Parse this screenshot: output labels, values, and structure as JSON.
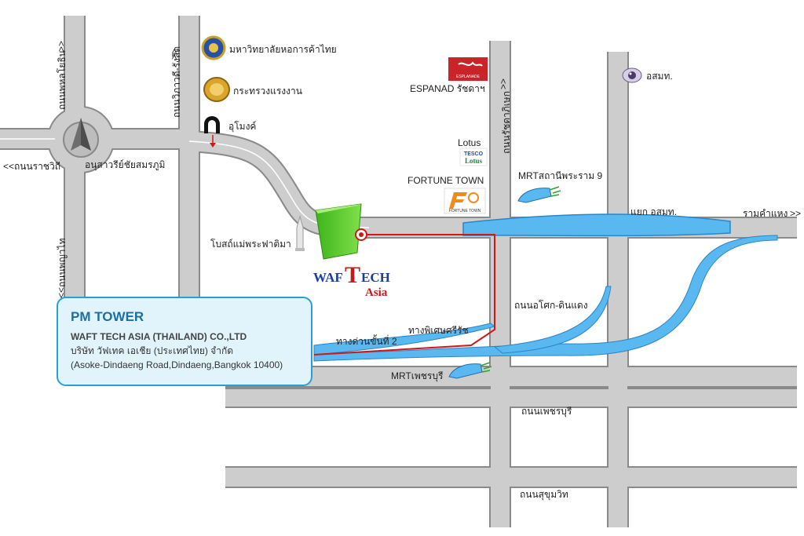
{
  "roads": {
    "phahon_yothin": "ถนนพหลโยธิน",
    "ratchawithi": "ถนนราชวิถี",
    "phaya_thai": "ถนนพญาไท",
    "din_daeng": "ถนนวิภาวดี-รังสิต",
    "ratchadaphisek": "ถนนรัชดาภิเษก",
    "asoke_din_daeng": "ถนนอโศก-ดินแดง",
    "phetchaburi": "ถนนเพชรบุรี",
    "sukhumvit": "ถนนสุขุมวิท",
    "ramkhamhaeng": "รามคำแหง",
    "expressway2": "ทางด่วนขั้นที่ 2",
    "si_rat": "ทางพิเศษศรีรัช",
    "asok_junction": "แยก อสมท."
  },
  "arrows": {
    "left": "<<",
    "right": ">>"
  },
  "landmarks": {
    "victory_monument": "อนุสาวรีย์ชัยสมรภูมิ",
    "utcc": "มหาวิทยาลัยหอการค้าไทย",
    "labour_ministry": "กระทรวงแรงงาน",
    "tunnel": "อุโมงค์",
    "church": "โบสถ์แม่พระฟาติมา",
    "esplanade": "ESPANAD รัชดาฯ",
    "esplanade_logo": "ESPLANADE",
    "lotus": "Lotus",
    "lotus_logo_top": "TESCO",
    "lotus_logo_bottom": "Lotus",
    "fortune_town": "FORTUNE TOWN",
    "fortune_logo": "FORTUNE TOWN",
    "mrt_rama9": "MRTสถานีพระราม 9",
    "mrt_phetchaburi": "MRTเพชรบุรี",
    "mcot": "อสมท."
  },
  "company_logo": {
    "waf": "WAF",
    "t": "T",
    "ech": "ECH",
    "asia": "Asia"
  },
  "card": {
    "title": "PM TOWER",
    "company_en": "WAFT TECH ASIA (THAILAND) CO.,LTD",
    "company_th": "บริษัท วัฟเทค เอเชีย (ประเทศไทย) จำกัด",
    "address": "(Asoke-Dindaeng Road,Dindaeng,Bangkok 10400)"
  },
  "colors": {
    "road": "#c8c8c8",
    "road_edge": "#8a8a8a",
    "expressway": "#5ab8f0",
    "route": "#d01818",
    "building": "#55cc22",
    "card_border": "#2b9fd3",
    "card_bg": "#e2f4fb",
    "brand_blue": "#1d3d9c",
    "brand_red": "#c41a1a"
  }
}
